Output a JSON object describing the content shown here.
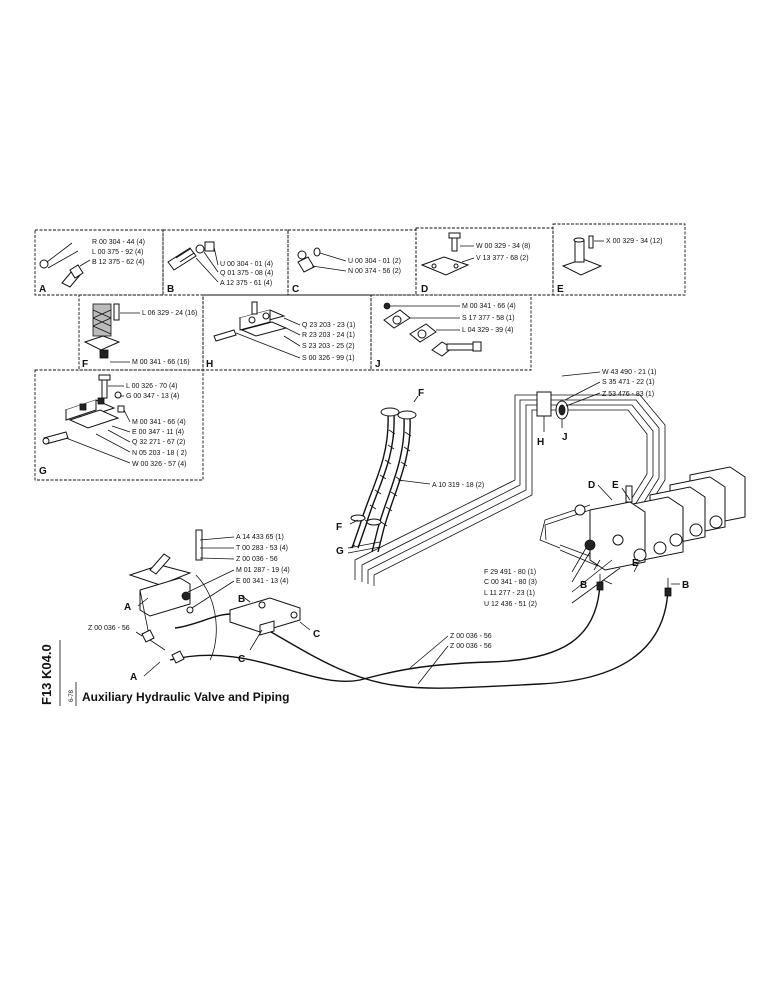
{
  "title": "Auxiliary Hydraulic Valve and Piping",
  "sheet_code": "F13 K04.0",
  "date_mark": "6-78",
  "boxes": {
    "A": {
      "letter": "A",
      "parts": [
        "R 00 304 - 44 (4)",
        "L 00 375 - 92 (4)",
        "B 12 375 - 62 (4)"
      ]
    },
    "B": {
      "letter": "B",
      "parts": [
        "U 00 304 - 01 (4)",
        "Q 01 375 - 08 (4)",
        "A 12 375 - 61 (4)"
      ]
    },
    "C": {
      "letter": "C",
      "parts": [
        "U 00 304 - 01 (2)",
        "N 00 374 - 56 (2)"
      ]
    },
    "D": {
      "letter": "D",
      "parts": [
        "W 00 329 - 34 (8)",
        "V 13 377 - 68 (2)"
      ]
    },
    "E": {
      "letter": "E",
      "parts": [
        "X 00 329 - 34 (12)"
      ]
    },
    "F": {
      "letter": "F",
      "parts": [
        "L 06 329 - 24 (16)",
        "M 00 341 - 66 (16)"
      ]
    },
    "H": {
      "letter": "H",
      "parts": [
        "Q 23 203 - 23 (1)",
        "R 23 203 - 24 (1)",
        "S 23 203 - 25 (2)",
        "S 00 326 - 99 (1)"
      ]
    },
    "J": {
      "letter": "J",
      "parts": [
        "M 00 341 - 66 (4)",
        "S 17 377 - 58 (1)",
        "L 04 329 - 39 (4)"
      ]
    },
    "G": {
      "letter": "G",
      "parts": [
        "L 00 326 - 70 (4)",
        "G 00 347 - 13 (4)",
        "M 00 341 - 66 (4)",
        "E 00 347 - 11 (4)",
        "Q 32 271 - 67 (2)",
        "N 05 203 - 18 ( 2)",
        "W 00 326 - 57 (4)"
      ]
    }
  },
  "main": {
    "top_right_parts": [
      "W 43 490 - 21 (1)",
      "S 35 471 - 22 (1)",
      "Z 53 476 - 83 (1)"
    ],
    "hose_part": "A 10 319 - 18 (2)",
    "control_parts": [
      "A 14 433 65 (1)",
      "T 00 283 - 53 (4)",
      "Z 00 036 - 56",
      "M 01 287 - 19 (4)",
      "E 00 341 - 13 (4)"
    ],
    "left_cable": "Z 00 036 - 56",
    "cable_1": "Z 00 036 - 56",
    "cable_2": "Z 00 036 - 56",
    "valve_parts": [
      "F 29 491 - 80 (1)",
      "C 00 341 - 80 (3)",
      "L 11 277 - 23 (1)",
      "U 12 436 - 51 (2)"
    ],
    "callouts": {
      "A": "A",
      "B": "B",
      "C": "C",
      "D": "D",
      "E": "E",
      "F": "F",
      "G": "G",
      "H": "H",
      "J": "J"
    }
  }
}
